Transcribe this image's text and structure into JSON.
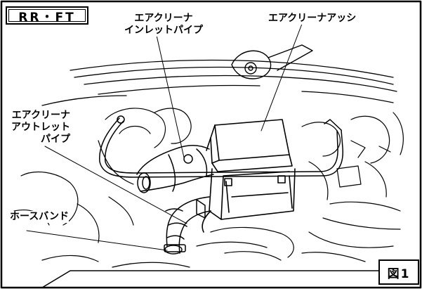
{
  "view_label": "RR・FT",
  "figure_label": "図1",
  "callouts": {
    "intake_pipe": [
      "エアクリーナ",
      "インレットパイプ"
    ],
    "air_cleaner_assy": "エアクリーナアッシ",
    "outlet_pipe": [
      "エアクリーナ",
      "アウトレット",
      "パイプ"
    ],
    "hose_band": "ホースバンド"
  }
}
